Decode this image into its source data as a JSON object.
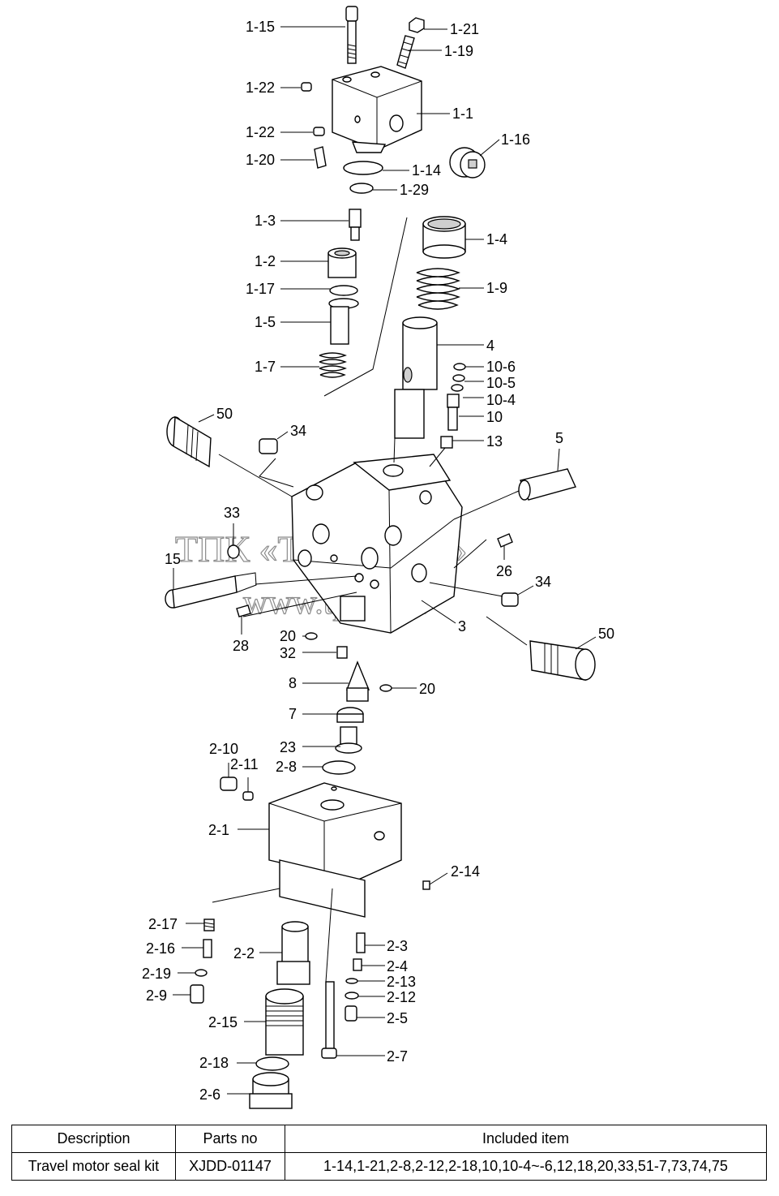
{
  "watermark": {
    "line1": "ТПК «Техно-Сиб»",
    "line2": "www.tpkts.ru"
  },
  "labels": {
    "l1_15": "1-15",
    "l1_21": "1-21",
    "l1_19": "1-19",
    "l1_22a": "1-22",
    "l1_1": "1-1",
    "l1_22b": "1-22",
    "l1_16": "1-16",
    "l1_20": "1-20",
    "l1_14": "1-14",
    "l1_29": "1-29",
    "l1_3": "1-3",
    "l1_4": "1-4",
    "l1_2": "1-2",
    "l1_17": "1-17",
    "l1_9": "1-9",
    "l1_5": "1-5",
    "l4": "4",
    "l10_6": "10-6",
    "l10_5": "10-5",
    "l10_4": "10-4",
    "l1_7": "1-7",
    "l10": "10",
    "l50a": "50",
    "l34a": "34",
    "l13": "13",
    "l5": "5",
    "l33": "33",
    "l15": "15",
    "l26": "26",
    "l34b": "34",
    "l3": "3",
    "l28": "28",
    "l20a": "20",
    "l50b": "50",
    "l32": "32",
    "l8": "8",
    "l20b": "20",
    "l7": "7",
    "l23": "23",
    "l2_10": "2-10",
    "l2_11": "2-11",
    "l2_8": "2-8",
    "l2_1": "2-1",
    "l2_14": "2-14",
    "l2_17": "2-17",
    "l2_16": "2-16",
    "l2_2": "2-2",
    "l2_3": "2-3",
    "l2_4": "2-4",
    "l2_19": "2-19",
    "l2_13": "2-13",
    "l2_9": "2-9",
    "l2_12": "2-12",
    "l2_15": "2-15",
    "l2_5": "2-5",
    "l2_18": "2-18",
    "l2_7": "2-7",
    "l2_6": "2-6"
  },
  "table": {
    "headers": [
      "Description",
      "Parts no",
      "Included item"
    ],
    "row": {
      "description": "Travel motor seal kit",
      "parts_no": "XJDD-01147",
      "included": "1-14,1-21,2-8,2-12,2-18,10,10-4~-6,12,18,20,33,51-7,73,74,75"
    }
  }
}
